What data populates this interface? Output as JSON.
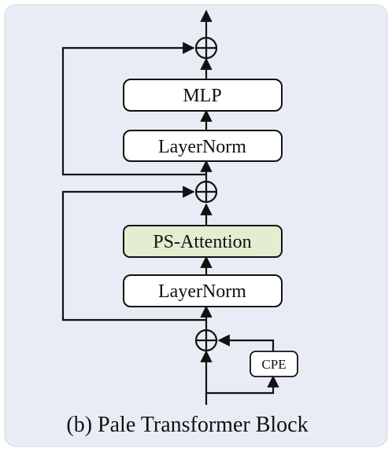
{
  "colors": {
    "panel_background": "#e8edf5",
    "panel_border": "#d2d9e3",
    "box_fill": "#ffffff",
    "attention_fill": "#e3edd0",
    "stroke": "#111111"
  },
  "blocks": {
    "mlp": "MLP",
    "layernorm_top": "LayerNorm",
    "ps_attention": "PS-Attention",
    "layernorm_bottom": "LayerNorm",
    "cpe": "CPE"
  },
  "caption": "(b) Pale Transformer Block"
}
